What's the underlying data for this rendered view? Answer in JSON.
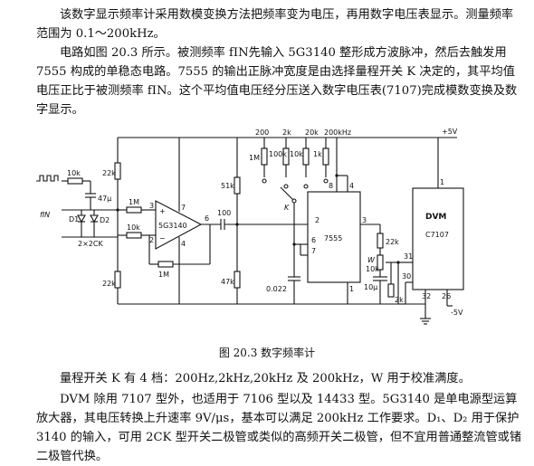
{
  "text": {
    "para1": "该数字显示频率计采用数模变换方法把频率变为电压，再用数字电压表显示。测量频率范围为 0.1～200kHz。",
    "para2": "电路如图 20.3 所示。被测频率 fIN先输入 5G3140 整形成方波脉冲，然后去触发用 7555 构成的单稳态电路。7555 的输出正脉冲宽度是由选择量程开关 K 决定的，其平均值电压正比于被测频率 fIN。这个平均值电压经分压送入数字电压表(7107)完成模数变换及数字显示。",
    "caption": "图 20.3   数字频率计",
    "para3": "量程开关 K 有 4 档：200Hz,2kHz,20kHz 及 200kHz，W 用于校准满度。",
    "para4": "DVM 除用 7107 型外，也适用于 7106 型以及 14433 型。5G3140 是单电源型运算放大器，其电压转换上升速率 9V/μs，基本可以满足 200kHz 工作要求。D₁、D₂ 用于保护 3140 的输入，可用 2CK 型开关二极管或类似的高频开关二极管，但不宜用普通整流管或锗二极管代换。"
  },
  "schematic": {
    "range_labels": [
      "200",
      "2k",
      "20k",
      "200kHz"
    ],
    "supply_pos": "+5V",
    "supply_neg": "-5V",
    "input_label": "fIN",
    "diode1": "D1",
    "diode2": "D2",
    "diode_type": "2×2CK",
    "r_in": "10k",
    "c_in": "47μ",
    "r_22k_top": "22k",
    "r_22k_bot": "22k",
    "r_1M_a": "1M",
    "r_10k_b": "10k",
    "r_1M_fb": "1M",
    "opamp": "5G3140",
    "pin2": "2",
    "pin3": "3",
    "pin4": "4",
    "pin6": "6",
    "pin7": "7",
    "c_100": "100",
    "r_51k": "51k",
    "r_47k": "47k",
    "r_1M_sw": "1M",
    "r_100k": "100k",
    "r_10k_sw": "10k",
    "r_1k": "1k",
    "switch": "K",
    "c_0022": "0.022",
    "timer": "7555",
    "t_pin8": "8",
    "t_pin4": "4",
    "t_pin2": "2",
    "t_pin6": "6",
    "t_pin7": "7",
    "t_pin3": "3",
    "t_pin1": "1",
    "r_22k_out": "22k",
    "trim": "W",
    "trim_val": "10k",
    "c_10u": "10μ",
    "r_2k": "2k",
    "dvm_name": "DVM",
    "dvm_chip": "C7107",
    "dvm_pin1": "1",
    "dvm_pin31": "31",
    "dvm_pin30": "30",
    "dvm_pin32": "32",
    "dvm_pin26": "26"
  }
}
